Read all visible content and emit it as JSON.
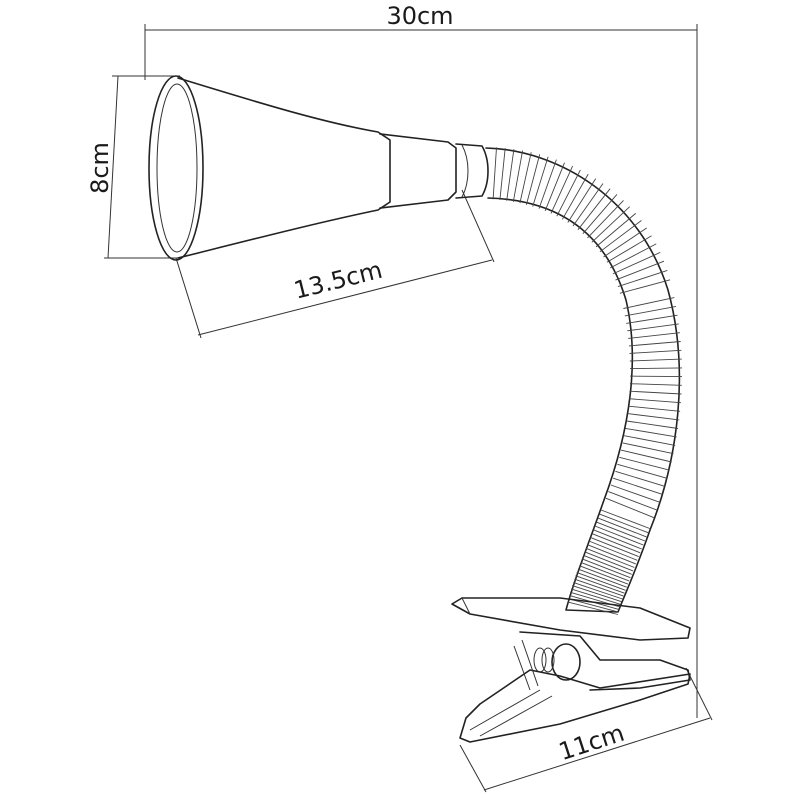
{
  "dimensions": {
    "width": "30cm",
    "shade_diameter": "8cm",
    "shade_length": "13.5cm",
    "clip_length": "11cm"
  },
  "colors": {
    "line": "#222222",
    "text": "#1a1a1a",
    "background": "#ffffff"
  }
}
